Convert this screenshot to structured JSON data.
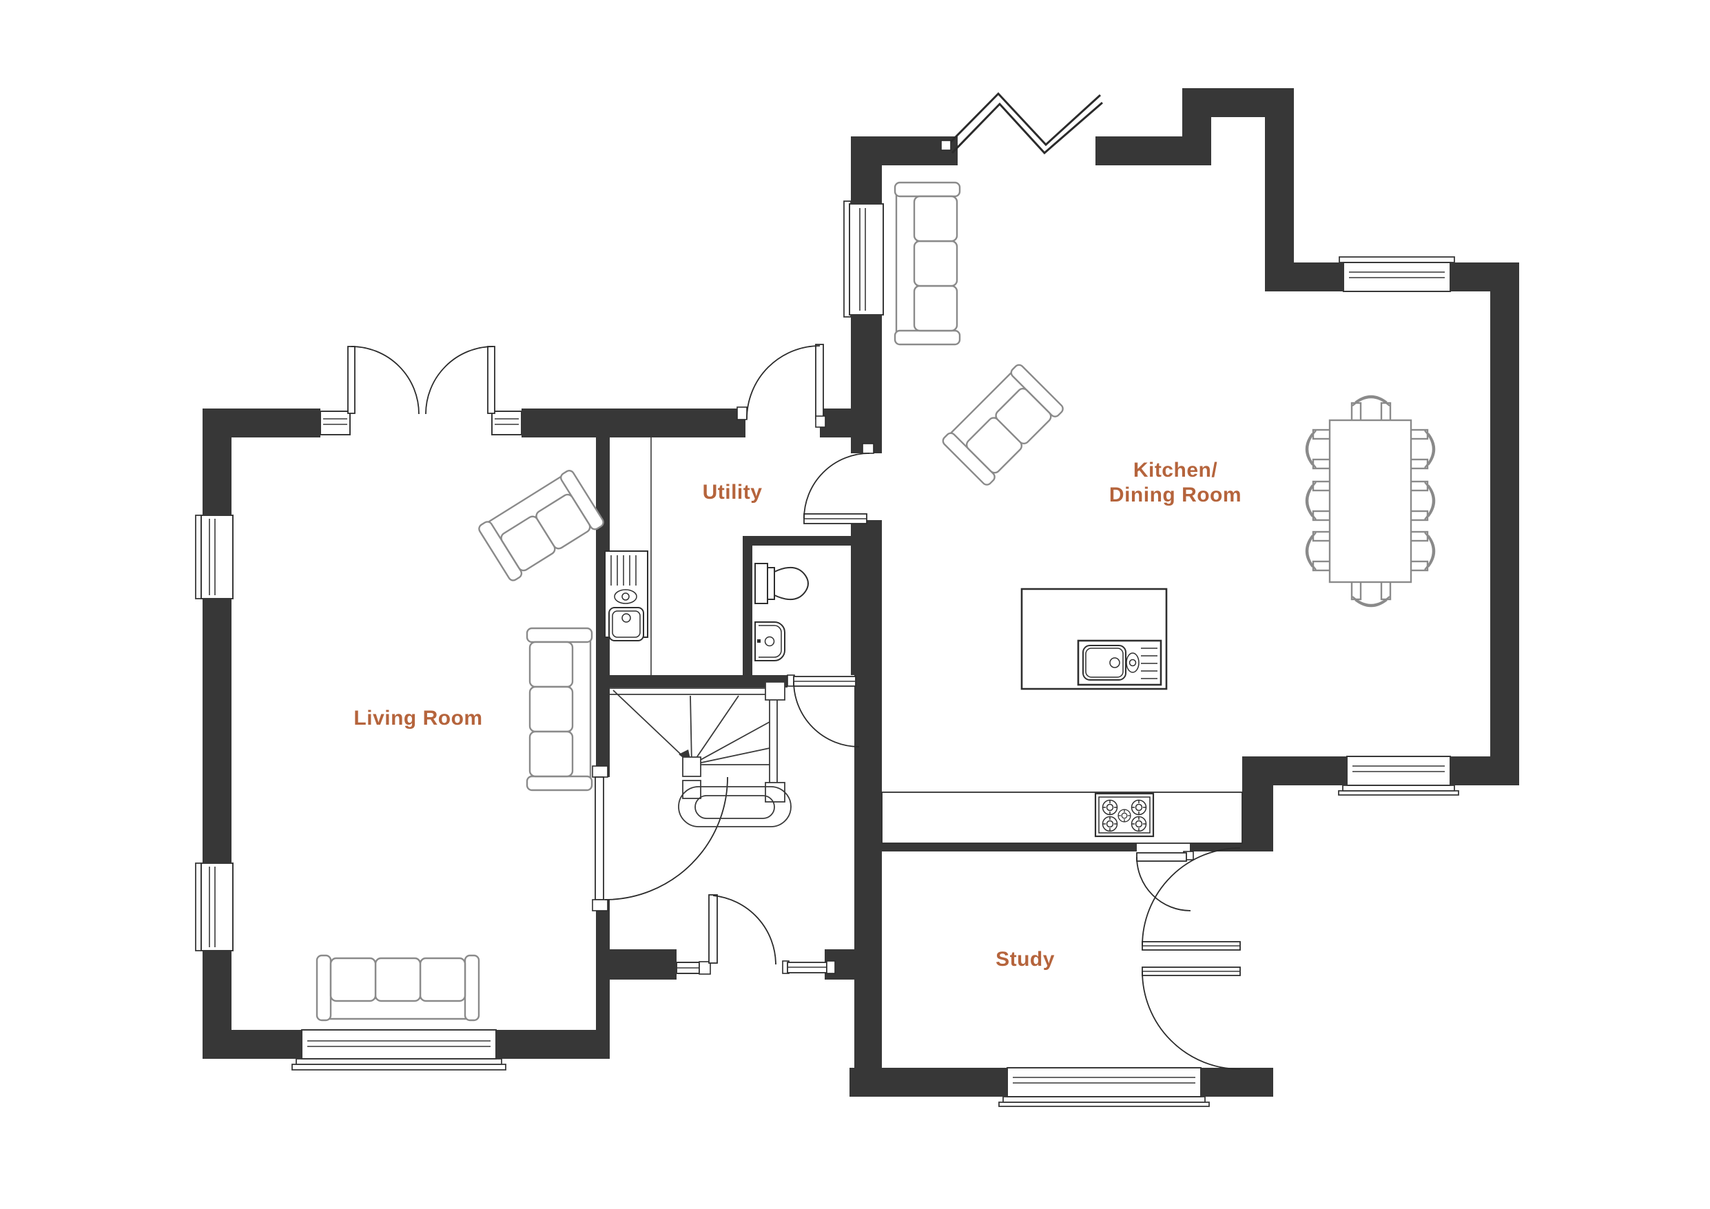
{
  "plan": {
    "rooms": {
      "living_room": {
        "label": "Living Room"
      },
      "utility": {
        "label": "Utility"
      },
      "kitchen_dining": {
        "label_line1": "Kitchen/",
        "label_line2": "Dining Room"
      },
      "study": {
        "label": "Study"
      }
    },
    "colors": {
      "wall": "#373737",
      "room_label": "#b5643c",
      "furniture_outline": "#8a8a8a",
      "fixture_outline": "#2e2e2e",
      "background": "#ffffff"
    },
    "fixtures": [
      "winder-staircase",
      "french-double-doors",
      "front-entrance-door",
      "utility-back-door",
      "wc-toilet",
      "wc-hand-basin",
      "utility-sink-unit",
      "kitchen-island-with-sink",
      "five-burner-hob",
      "kitchen-counter",
      "dining-table-with-8-chairs",
      "three-seat-sofas",
      "two-seat-sofas",
      "windows",
      "break-line"
    ]
  }
}
